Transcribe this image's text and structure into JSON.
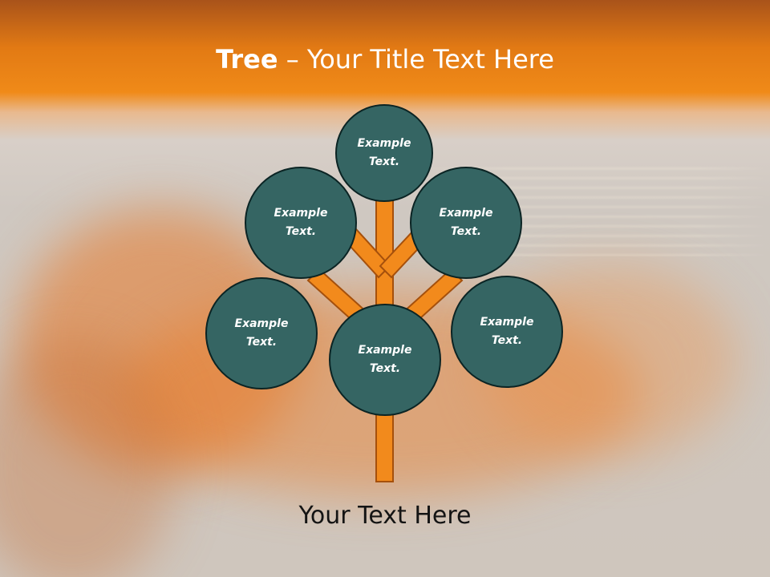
{
  "title": {
    "bold": "Tree",
    "rest": " – Your Title Text Here"
  },
  "caption": "Your Text Here",
  "nodes": [
    {
      "line1": "Example",
      "line2": "Text."
    },
    {
      "line1": "Example",
      "line2": "Text."
    },
    {
      "line1": "Example",
      "line2": "Text."
    },
    {
      "line1": "Example",
      "line2": "Text."
    },
    {
      "line1": "Example",
      "line2": "Text."
    },
    {
      "line1": "Example",
      "line2": "Text."
    }
  ],
  "colors": {
    "node_fill": "#356563",
    "node_border": "#0b2424",
    "branch_fill": "#f28a1c",
    "branch_stroke": "#a5500c",
    "header_orange": "#e27a14"
  }
}
